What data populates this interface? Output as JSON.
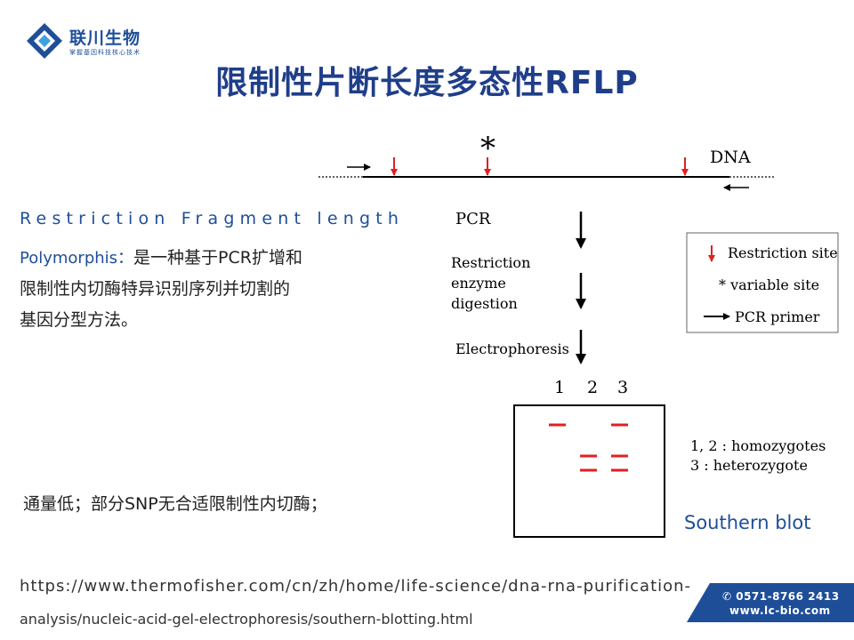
{
  "brand": {
    "name": "联川生物",
    "slogan": "掌握基因科技核心技术",
    "color": "#1f4e99"
  },
  "title": "限制性片断长度多态性RFLP",
  "description": {
    "line1": "Restriction Fragment length",
    "en_part": "Polymorphis：",
    "line2_cn": "是一种基于PCR扩增和",
    "line3": "限制性内切酶特异识别序列并切割的",
    "line4": "基因分型方法。"
  },
  "note": "通量低；部分SNP无合适限制性内切酶；",
  "diagram": {
    "dna_label": "DNA",
    "star": "*",
    "steps": [
      "PCR",
      "Restriction",
      "enzyme",
      "digestion",
      "Electrophoresis"
    ],
    "lanes": [
      "1",
      "2",
      "3"
    ],
    "legend": {
      "restriction_site": "Restriction site",
      "variable_site": "* variable site",
      "pcr_primer": "PCR primer"
    },
    "genotypes": {
      "homozygotes": "1, 2 : homozygotes",
      "heterozygote": "3 : heterozygote"
    },
    "colors": {
      "site_arrow": "#e02020",
      "band": "#e02020",
      "line": "#000000"
    }
  },
  "southern_blot": "Southern blot",
  "url": {
    "part1": "https://www.thermofisher.com/cn/zh/home/life-science/dna-rna-purification-",
    "part2": "analysis/nucleic-acid-gel-electrophoresis/southern-blotting.html"
  },
  "footer": {
    "phone": "✆ 0571-8766 2413",
    "website": "www.lc-bio.com"
  }
}
